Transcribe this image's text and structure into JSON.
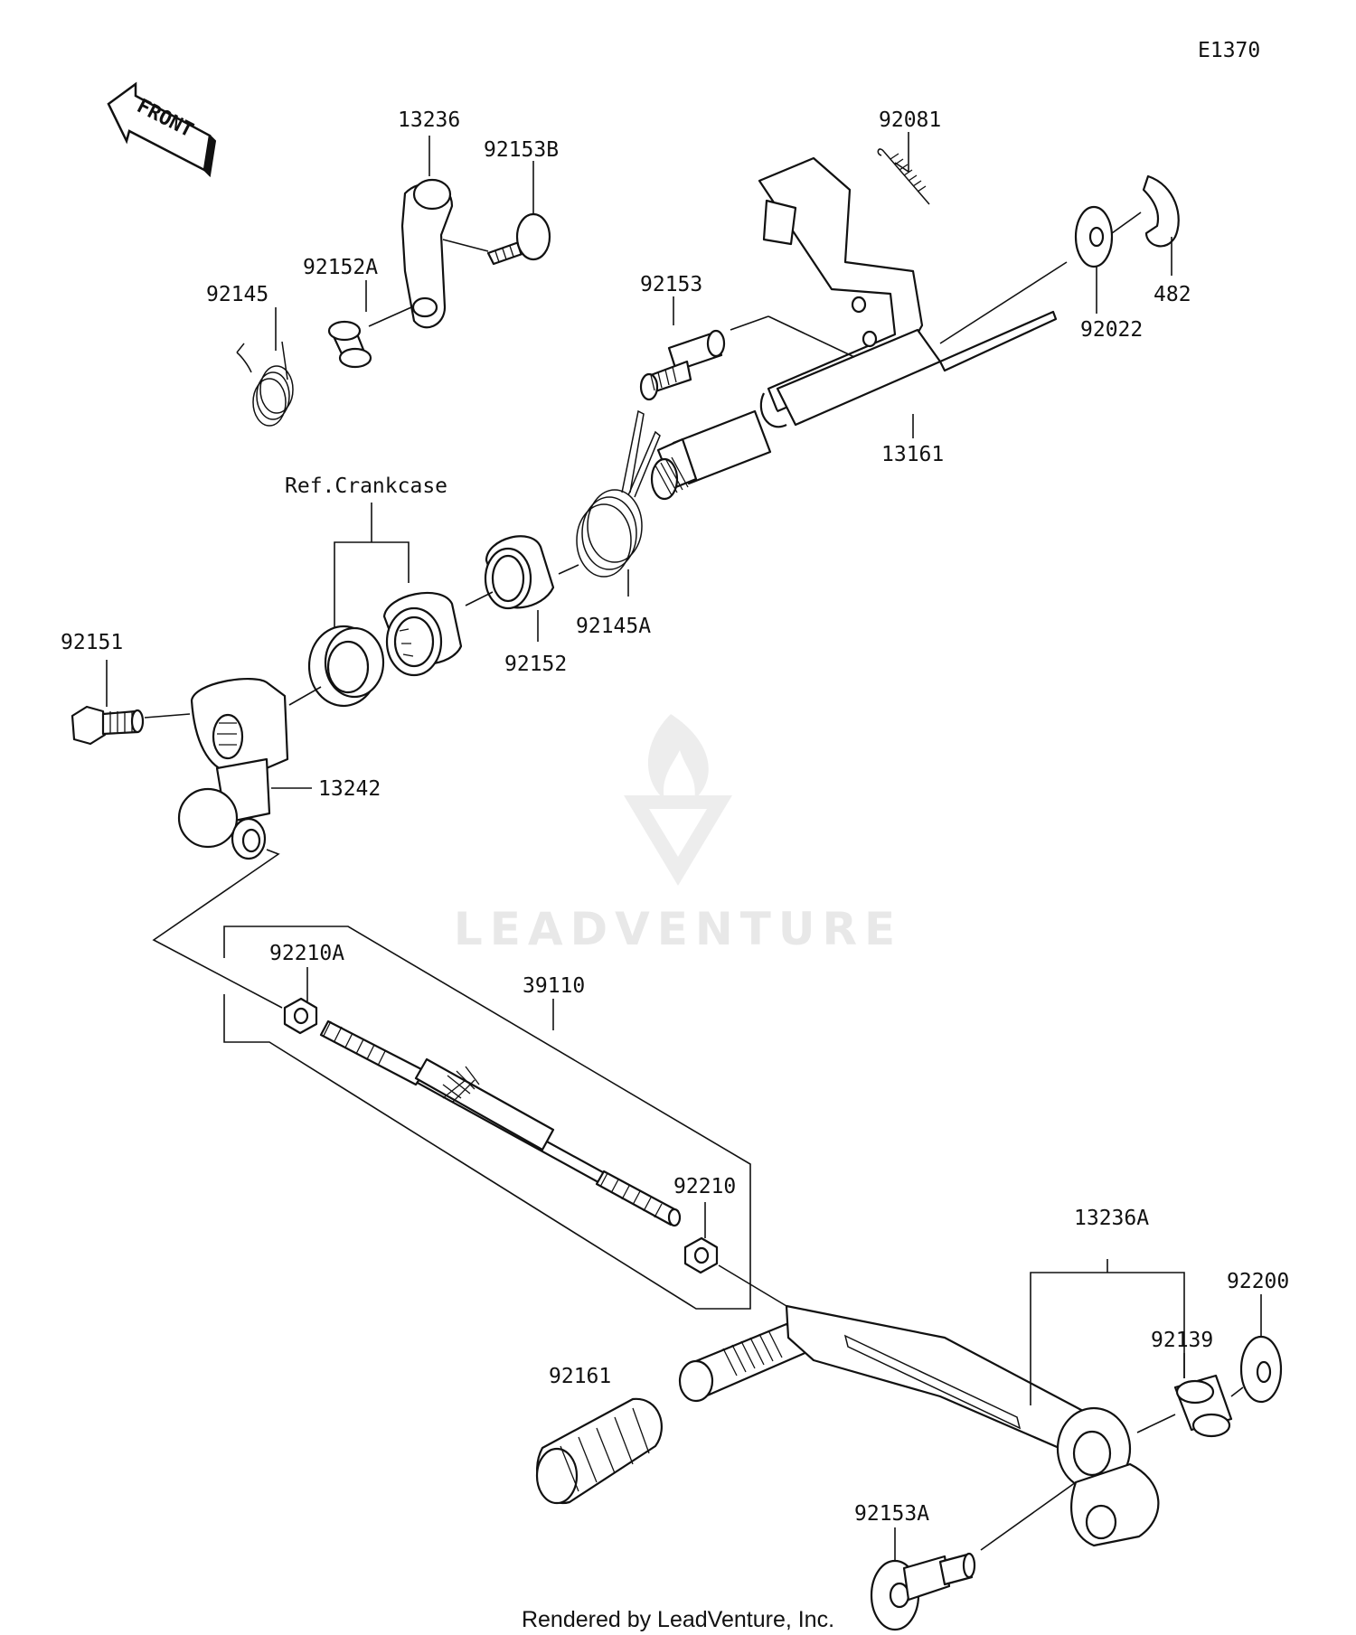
{
  "diagram_code": "E1370",
  "front_label": "FRONT",
  "reference_label": "Ref.Crankcase",
  "footer": "Rendered by LeadVenture, Inc.",
  "watermark": "LEADVENTURE",
  "parts": {
    "p13236": "13236",
    "p92153B": "92153B",
    "p92152A": "92152A",
    "p92145": "92145",
    "p92081": "92081",
    "p92153": "92153",
    "p92022": "92022",
    "p482": "482",
    "p13161": "13161",
    "p92145A": "92145A",
    "p92152": "92152",
    "p92151": "92151",
    "p13242": "13242",
    "p92210A": "92210A",
    "p39110": "39110",
    "p92210": "92210",
    "p13236A": "13236A",
    "p92200": "92200",
    "p92139": "92139",
    "p92161": "92161",
    "p92153A": "92153A"
  }
}
